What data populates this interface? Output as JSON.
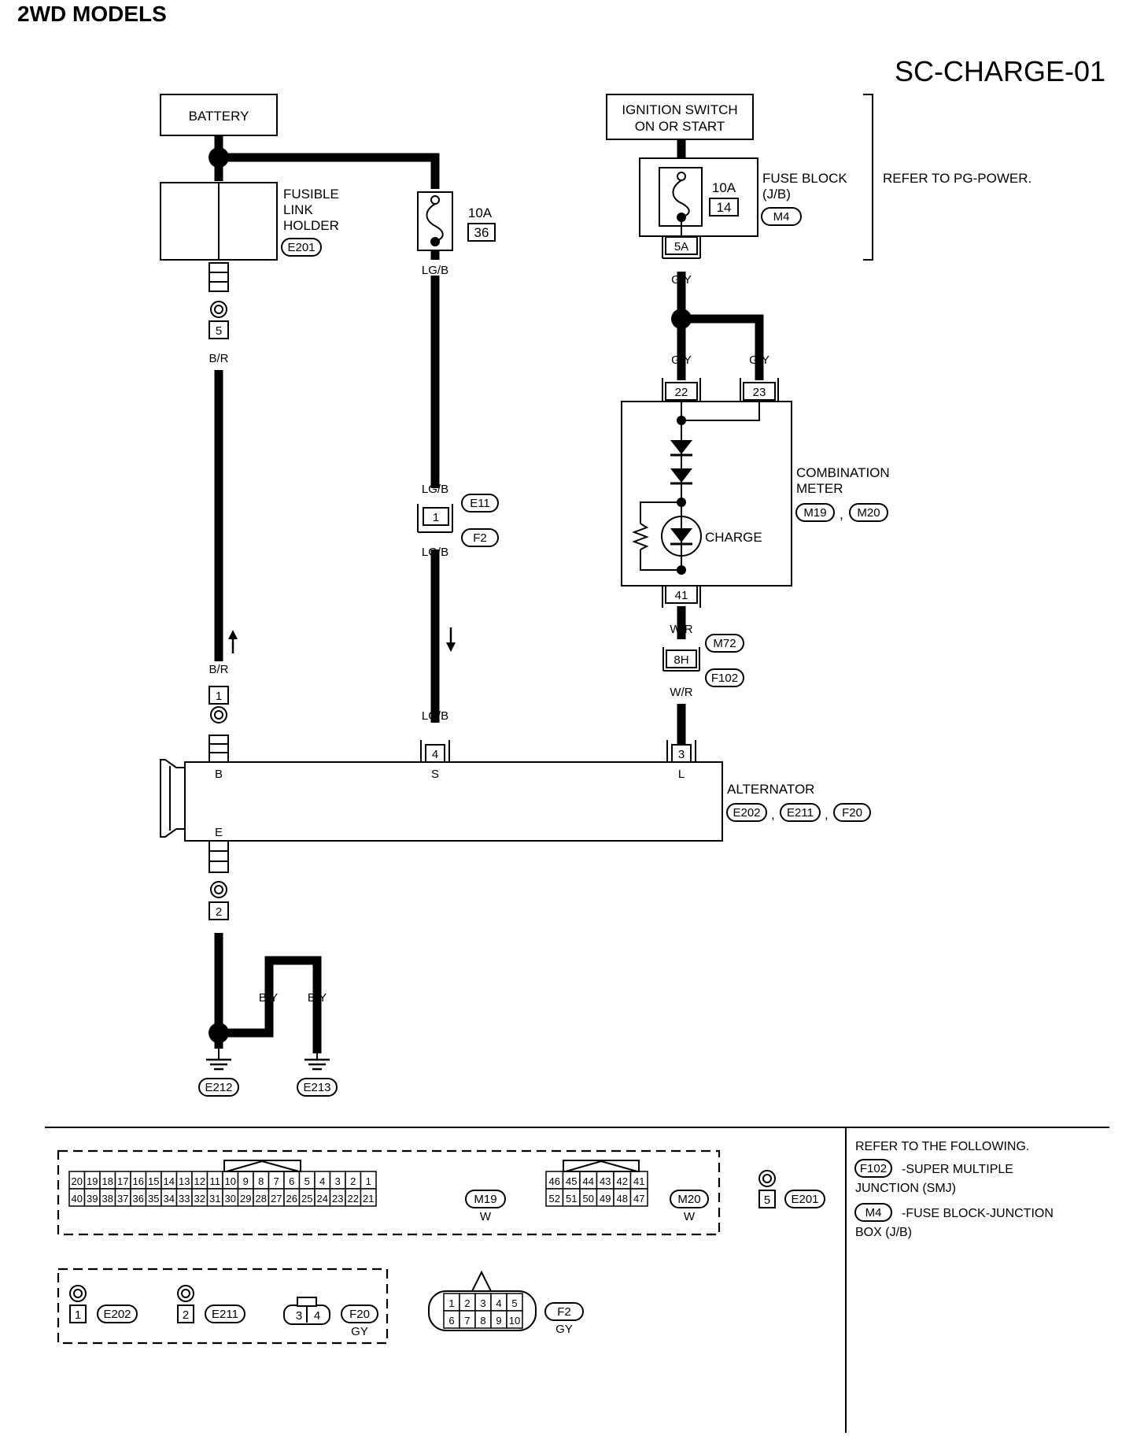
{
  "header": {
    "title": "2WD MODELS",
    "code": "SC-CHARGE-01"
  },
  "battery": {
    "label": "BATTERY"
  },
  "fusible_link": {
    "label": [
      "FUSIBLE",
      "LINK",
      "HOLDER"
    ],
    "connector": "E201",
    "pin": "5"
  },
  "fuse_36": {
    "rating": "10A",
    "number": "36"
  },
  "ignition": {
    "label": [
      "IGNITION SWITCH",
      "ON OR START"
    ]
  },
  "fuse_block": {
    "label": [
      "FUSE BLOCK",
      "(J/B)"
    ],
    "rating": "10A",
    "number": "14",
    "connector": "M4",
    "pin": "5A"
  },
  "refer_power": "REFER TO PG-POWER.",
  "wires": {
    "gy": "G/Y",
    "lgb": "LG/B",
    "br": "B/R",
    "wr": "W/R",
    "b": "B",
    "by": "B/Y"
  },
  "combination_meter": {
    "label": [
      "COMBINATION",
      "METER"
    ],
    "connectors": [
      "M19",
      "M20"
    ],
    "pins": [
      "22",
      "23",
      "41"
    ],
    "lamp": "CHARGE"
  },
  "joint_e11": {
    "connectors": [
      "E11",
      "F2"
    ],
    "pin": "1"
  },
  "joint_m72": {
    "connectors": [
      "M72",
      "F102"
    ],
    "pin": "8H"
  },
  "alternator": {
    "label": "ALTERNATOR",
    "connectors": [
      "E202",
      "E211",
      "F20"
    ],
    "terminals": [
      "B",
      "S",
      "L",
      "E"
    ],
    "pins": [
      "1",
      "4",
      "3",
      "2"
    ]
  },
  "grounds": [
    "E212",
    "E213"
  ],
  "legend": {
    "title": "REFER TO THE FOLLOWING.",
    "items": [
      {
        "code": "F102",
        "text": [
          "-SUPER MULTIPLE",
          "JUNCTION (SMJ)"
        ]
      },
      {
        "code": "M4",
        "text": [
          "-FUSE BLOCK-JUNCTION",
          "BOX (J/B)"
        ]
      }
    ]
  },
  "connector_views": {
    "m19": {
      "code": "M19",
      "color": "W",
      "top": [
        "20",
        "19",
        "18",
        "17",
        "16",
        "15",
        "14",
        "13",
        "12",
        "11",
        "10",
        "9",
        "8",
        "7",
        "6",
        "5",
        "4",
        "3",
        "2",
        "1"
      ],
      "bottom": [
        "40",
        "39",
        "38",
        "37",
        "36",
        "35",
        "34",
        "33",
        "32",
        "31",
        "30",
        "29",
        "28",
        "27",
        "26",
        "25",
        "24",
        "23",
        "22",
        "21"
      ]
    },
    "m20": {
      "code": "M20",
      "color": "W",
      "top": [
        "46",
        "45",
        "44",
        "43",
        "42",
        "41"
      ],
      "bottom": [
        "52",
        "51",
        "50",
        "49",
        "48",
        "47"
      ]
    },
    "e201": {
      "code": "E201",
      "pin": "5"
    },
    "e202": {
      "code": "E202",
      "pin": "1"
    },
    "e211": {
      "code": "E211",
      "pin": "2"
    },
    "f20": {
      "code": "F20",
      "color": "GY",
      "pins": [
        "3",
        "4"
      ]
    },
    "f2": {
      "code": "F2",
      "color": "GY",
      "top": [
        "1",
        "2",
        "3",
        "4",
        "5"
      ],
      "bottom": [
        "6",
        "7",
        "8",
        "9",
        "10"
      ]
    }
  }
}
